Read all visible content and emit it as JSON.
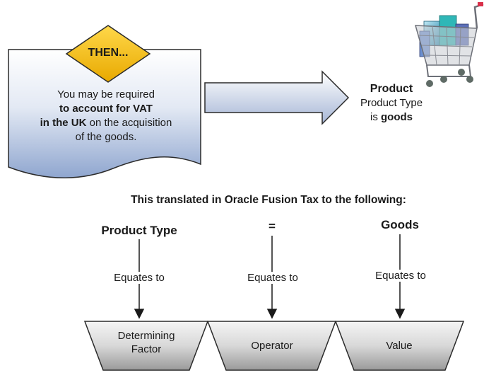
{
  "then_box": {
    "diamond_label": "THEN...",
    "line1": "You may be required",
    "line2": "to account for VAT",
    "line3_bold": "in the UK",
    "line3_rest": " on the acquisition",
    "line4": "of the goods."
  },
  "product": {
    "title": "Product",
    "line1": "Product Type",
    "line2_prefix": "is ",
    "line2_bold": "goods"
  },
  "translation_heading": "This translated in Oracle Fusion Tax to the following:",
  "columns": [
    {
      "header": "Product Type",
      "connector": "Equates to",
      "box_line1": "Determining",
      "box_line2": "Factor"
    },
    {
      "header": "=",
      "connector": "Equates to",
      "box_line1": "Operator",
      "box_line2": ""
    },
    {
      "header": "Goods",
      "connector": "Equates to",
      "box_line1": "Value",
      "box_line2": ""
    }
  ],
  "colors": {
    "doc_fill_top": "#ffffff",
    "doc_fill_bottom": "#8fa6cf",
    "diamond_fill": "#f2c11a",
    "trapezoid_fill_top": "#f5f5f5",
    "trapezoid_fill_bottom": "#9a9a9a",
    "arrow_fill_top": "#ffffff",
    "arrow_fill_bottom": "#a6b6d6",
    "stroke": "#2b2b2b"
  },
  "icons": [
    "shopping-cart-icon"
  ]
}
